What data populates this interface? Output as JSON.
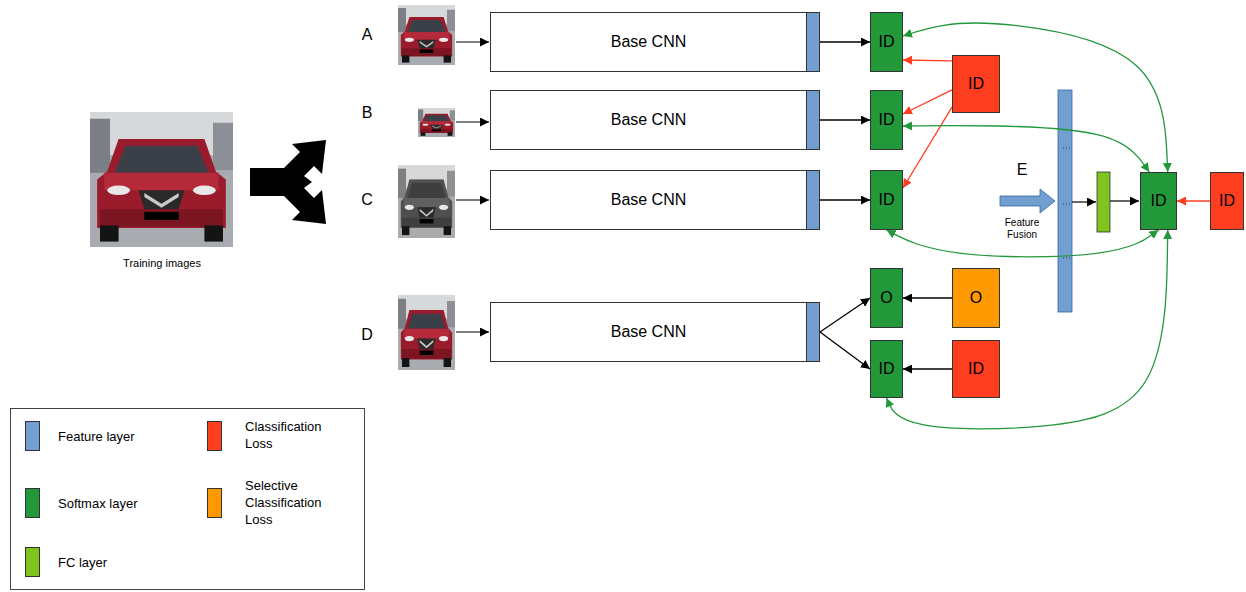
{
  "diagram": {
    "nodes": [
      {
        "text": [
          "Base CNN"
        ]
      },
      {
        "text": [
          "ID"
        ]
      },
      {
        "text": [
          "ID"
        ]
      },
      {
        "text": [
          "Base CNN"
        ]
      },
      {
        "text": [
          "ID"
        ]
      },
      {
        "text": [
          "Base CNN"
        ]
      },
      {
        "text": [
          "ID"
        ]
      },
      {
        "text": [
          "ID"
        ]
      },
      {
        "text": [
          "ID"
        ]
      },
      {
        "text": [
          "Base CNN"
        ]
      },
      {
        "text": [
          "O"
        ]
      },
      {
        "text": [
          "O"
        ]
      },
      {
        "text": [
          "ID"
        ]
      },
      {
        "text": [
          "ID"
        ]
      }
    ],
    "edges": [
      {
        "from": 0,
        "to": 1,
        "arrow": "to"
      },
      {
        "from": 2,
        "to": 1,
        "arrow": "to"
      },
      {
        "from": 3,
        "to": 4,
        "arrow": "to"
      },
      {
        "from": 2,
        "to": 4,
        "arrow": "to"
      },
      {
        "from": 5,
        "to": 6,
        "arrow": "to"
      },
      {
        "from": 2,
        "to": 6,
        "arrow": "to"
      },
      {
        "from": 8,
        "to": 7,
        "arrow": "to"
      },
      {
        "from": 7,
        "to": 1,
        "arrow": "both"
      },
      {
        "from": 7,
        "to": 4,
        "arrow": "both"
      },
      {
        "from": 7,
        "to": 6,
        "arrow": "both"
      },
      {
        "from": 9,
        "to": 10,
        "arrow": "to"
      },
      {
        "from": 9,
        "to": 12,
        "arrow": "to"
      },
      {
        "from": 11,
        "to": 10,
        "arrow": "to"
      },
      {
        "from": 13,
        "to": 12,
        "arrow": "to"
      },
      {
        "from": 7,
        "to": 12,
        "arrow": "both"
      }
    ],
    "labels": [
      "A",
      "B",
      "Training images",
      "C",
      "E",
      "Feature Fusion",
      "D"
    ],
    "legend": [
      {
        "text": "Feature layer",
        "color": "#729fcf"
      },
      {
        "text": "Softmax layer",
        "color": "#22983a"
      },
      {
        "text": "FC layer",
        "color": "#7fc41f"
      },
      {
        "text": "Classification Loss",
        "color": "#ff3d1f"
      },
      {
        "text": "Selective Classification Loss",
        "color": "#ff9900"
      }
    ]
  }
}
